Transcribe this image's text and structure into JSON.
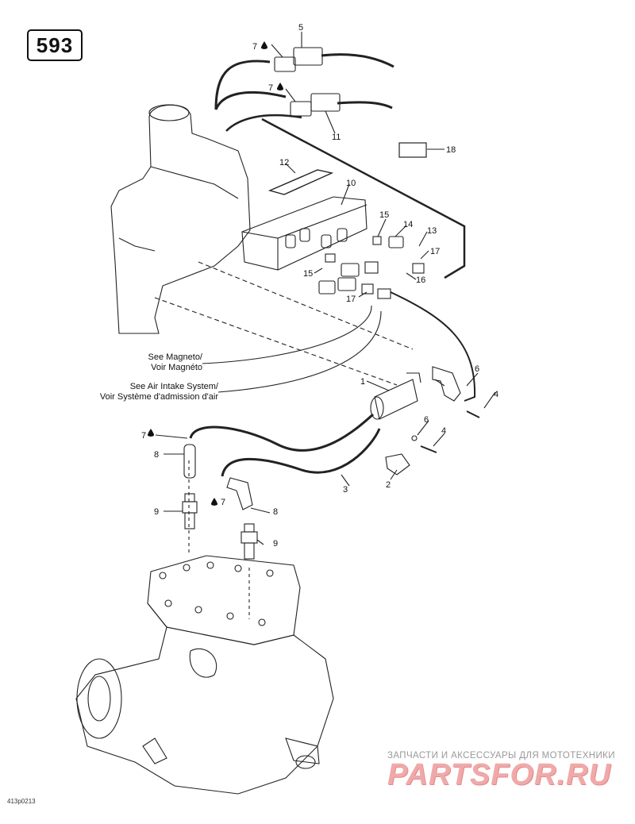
{
  "page_number": "593",
  "references": {
    "magneto_en": "See Magneto/",
    "magneto_fr": "Voir Magnéto",
    "air_intake_en": "See Air Intake System/",
    "air_intake_fr": "Voir Système d'admission d'air"
  },
  "callouts": [
    "1",
    "2",
    "3",
    "4",
    "4",
    "5",
    "6",
    "6",
    "7",
    "7",
    "7",
    "7",
    "8",
    "8",
    "9",
    "9",
    "10",
    "11",
    "12",
    "13",
    "14",
    "15",
    "15",
    "16",
    "17",
    "17",
    "18"
  ],
  "drawing_code": "413p0213",
  "watermark": {
    "tagline": "ЗАПЧАСТИ И АКСЕССУАРЫ ДЛЯ МОТОТЕХНИКИ",
    "logo": "PARTSFOR.RU",
    "color": "#e48b8b"
  },
  "icons": [
    "oil-drop-icon"
  ]
}
